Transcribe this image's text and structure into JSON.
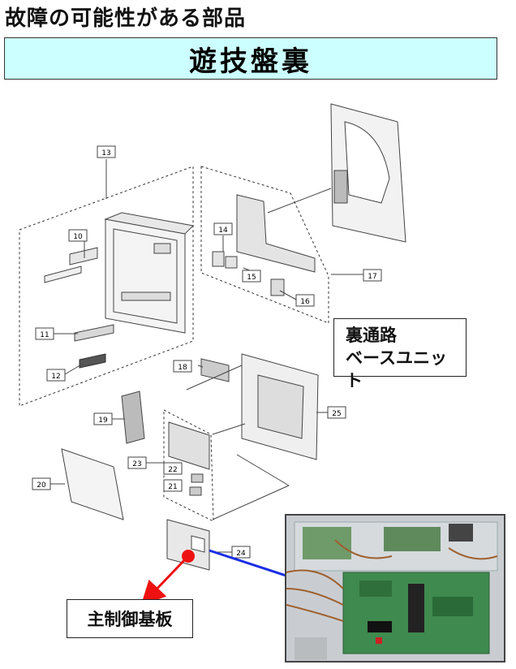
{
  "heading": "故障の可能性がある部品",
  "banner": "遊技盤裏",
  "callouts": {
    "base_unit_line1": "裏通路",
    "base_unit_line2": "ベースユニット",
    "main_board": "主制御基板"
  },
  "part_numbers": [
    "10",
    "11",
    "12",
    "13",
    "14",
    "15",
    "16",
    "17",
    "18",
    "19",
    "20",
    "21",
    "22",
    "23",
    "24",
    "25"
  ],
  "colors": {
    "banner_bg": "#ccffff",
    "red_arrow": "#ee1111",
    "blue_arrow": "#1a2ee6",
    "marker_dot": "#ee1111"
  }
}
